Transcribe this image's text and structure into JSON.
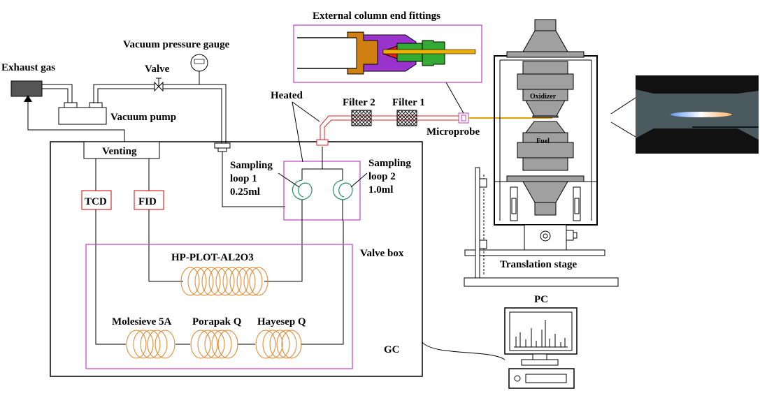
{
  "labels": {
    "exhaust_gas": "Exhaust gas",
    "vacuum_gauge": "Vacuum pressure gauge",
    "valve": "Valve",
    "vacuum_pump": "Vacuum pump",
    "venting": "Venting",
    "tcd": "TCD",
    "fid": "FID",
    "heated": "Heated",
    "filter2": "Filter 2",
    "filter1": "Filter 1",
    "microprobe": "Microprobe",
    "ext_fittings": "External column end fittings",
    "loop1_a": "Sampling",
    "loop1_b": "loop 1",
    "loop1_c": "0.25ml",
    "loop2_a": "Sampling",
    "loop2_b": "loop 2",
    "loop2_c": "1.0ml",
    "valve_box": "Valve box",
    "col_plot": "HP-PLOT-AL2O3",
    "col_mole": "Molesieve 5A",
    "col_pora": "Porapak Q",
    "col_haye": "Hayesep Q",
    "gc": "GC",
    "pc": "PC",
    "oxidizer": "Oxidizer",
    "fuel": "Fuel",
    "translation_stage": "Translation stage"
  },
  "colors": {
    "line": "#000000",
    "heated_line": "#e02020",
    "box_magenta": "#c040c0",
    "coil": "#e08020",
    "loop_green": "#209060",
    "burner_gray": "#a0a0a0",
    "probe_gold": "#e0a000"
  }
}
